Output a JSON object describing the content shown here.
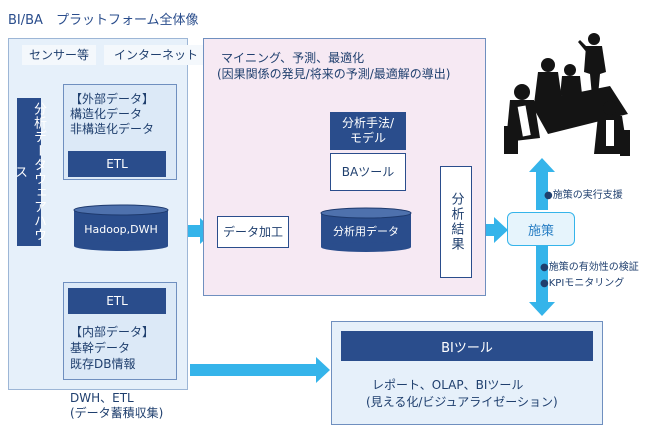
{
  "title": "BI/BA　プラットフォーム全体像",
  "dwh": {
    "tab_sensor": "センサー等",
    "tab_internet": "インターネット",
    "vertical_label": "分析データウェアハウス",
    "external_title": "【外部データ】",
    "external_line1": "構造化データ",
    "external_line2": "非構造化データ",
    "etl_top": "ETL",
    "hadoop": "Hadoop,DWH",
    "etl_bottom": "ETL",
    "internal_title": "【内部データ】",
    "internal_line1": "基幹データ",
    "internal_line2": "既存DB情報",
    "footer_line1": "DWH、ETL",
    "footer_line2": "(データ蓄積収集)"
  },
  "mining": {
    "title_line1": "マイニング、予測、最適化",
    "title_line2": "(因果関係の発見/将来の予測/最適解の導出)",
    "method_line1": "分析手法/",
    "method_line2": "モデル",
    "ba_tool": "BAツール",
    "data_process": "データ加工",
    "analysis_data": "分析用データ",
    "result": "分析結果"
  },
  "action": {
    "measure": "施策",
    "exec_support": "●施策の実行支援",
    "verify": "●施策の有効性の検証",
    "kpi": "●KPIモニタリング"
  },
  "bi": {
    "header": "BIツール",
    "line1": "レポート、OLAP、BIツール",
    "line2": "(見える化/ビジュアライゼーション)"
  },
  "colors": {
    "navy": "#2a4d8c",
    "arrow": "#35b4ea",
    "panel_blue": "#e6f0fa",
    "panel_pink": "#f6e9f3"
  }
}
